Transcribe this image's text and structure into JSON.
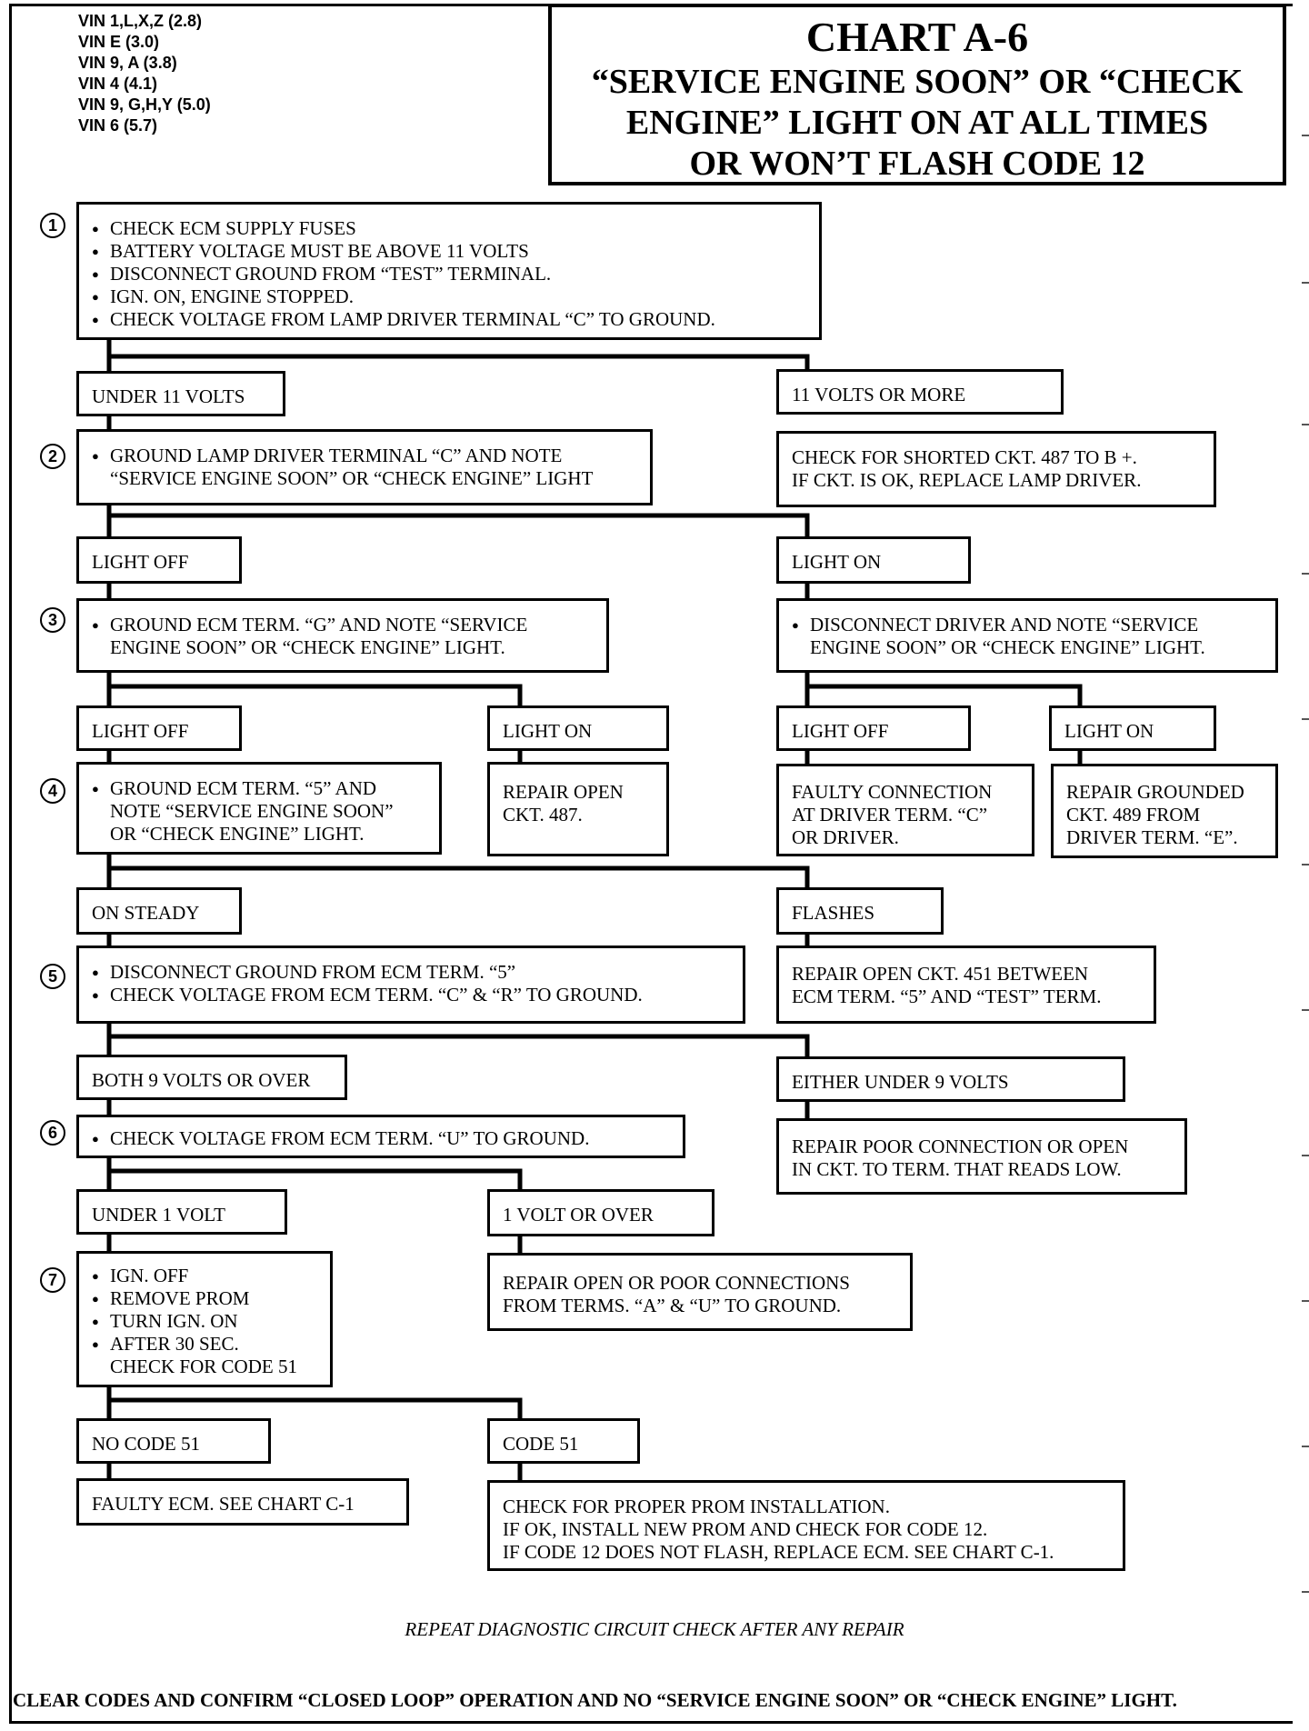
{
  "vin_list": [
    "VIN 1,L,X,Z (2.8)",
    "VIN E (3.0)",
    "VIN 9, A (3.8)",
    "VIN 4 (4.1)",
    "VIN 9, G,H,Y (5.0)",
    "VIN 6 (5.7)"
  ],
  "title": {
    "chart": "CHART A-6",
    "line1": "“SERVICE ENGINE SOON” OR “CHECK",
    "line2": "ENGINE” LIGHT ON AT ALL TIMES",
    "line3": "OR WON’T FLASH CODE 12"
  },
  "steps": [
    "1",
    "2",
    "3",
    "4",
    "5",
    "6",
    "7"
  ],
  "boxes": {
    "step1": {
      "items": [
        "CHECK ECM SUPPLY FUSES",
        "BATTERY VOLTAGE MUST BE ABOVE 11 VOLTS",
        "DISCONNECT GROUND FROM “TEST” TERMINAL.",
        "IGN. ON, ENGINE STOPPED.",
        "CHECK VOLTAGE FROM LAMP DRIVER TERMINAL “C” TO GROUND."
      ]
    },
    "under11": "UNDER 11 VOLTS",
    "over11": "11 VOLTS OR MORE",
    "step2": {
      "line1": "GROUND LAMP DRIVER TERMINAL “C” AND NOTE",
      "line2": "“SERVICE ENGINE SOON” OR “CHECK ENGINE” LIGHT"
    },
    "shorted487": {
      "line1": "CHECK FOR SHORTED CKT. 487 TO B +.",
      "line2": "IF CKT. IS OK, REPLACE LAMP DRIVER."
    },
    "light_off_a": "LIGHT OFF",
    "light_on_a": "LIGHT ON",
    "step3": {
      "line1": "GROUND ECM TERM. “G” AND NOTE “SERVICE",
      "line2": "ENGINE SOON” OR “CHECK ENGINE” LIGHT."
    },
    "disconnect_driver": {
      "line1": "DISCONNECT DRIVER AND NOTE “SERVICE",
      "line2": "ENGINE SOON” OR “CHECK ENGINE” LIGHT."
    },
    "light_off_b": "LIGHT OFF",
    "light_on_b": "LIGHT ON",
    "light_off_c": "LIGHT OFF",
    "light_on_c": "LIGHT ON",
    "step4": {
      "line1": "GROUND ECM TERM. “5” AND",
      "line2": "NOTE “SERVICE ENGINE SOON”",
      "line3": "OR “CHECK ENGINE” LIGHT."
    },
    "repair_open_487": {
      "line1": "REPAIR OPEN",
      "line2": "CKT. 487."
    },
    "faulty_connection": {
      "line1": "FAULTY CONNECTION",
      "line2": "AT DRIVER TERM. “C”",
      "line3": "OR DRIVER."
    },
    "repair_grounded_489": {
      "line1": "REPAIR GROUNDED",
      "line2": "CKT. 489 FROM",
      "line3": "DRIVER TERM. “E”."
    },
    "on_steady": "ON STEADY",
    "flashes": "FLASHES",
    "step5": {
      "item1": "DISCONNECT GROUND FROM ECM TERM. “5”",
      "item2": "CHECK VOLTAGE FROM ECM TERM. “C” & “R” TO GROUND."
    },
    "repair_open_451": {
      "line1": "REPAIR OPEN CKT. 451 BETWEEN",
      "line2": "ECM TERM. “5” AND “TEST” TERM."
    },
    "both9": "BOTH 9 VOLTS OR OVER",
    "either9": "EITHER UNDER 9 VOLTS",
    "step6": "CHECK VOLTAGE FROM ECM TERM. “U” TO GROUND.",
    "repair_poor": {
      "line1": "REPAIR POOR CONNECTION OR OPEN",
      "line2": "IN CKT. TO TERM. THAT READS LOW."
    },
    "under1": "UNDER 1 VOLT",
    "over1": "1 VOLT OR OVER",
    "step7": {
      "item1": "IGN. OFF",
      "item2": "REMOVE PROM",
      "item3": "TURN IGN. ON",
      "item4": "AFTER 30 SEC.",
      "item4b": "CHECK FOR CODE 51"
    },
    "repair_terms_au": {
      "line1": "REPAIR OPEN OR POOR CONNECTIONS",
      "line2": "FROM TERMS. “A” & “U” TO GROUND."
    },
    "no_code51": "NO CODE 51",
    "code51": "CODE 51",
    "faulty_ecm": "FAULTY ECM. SEE CHART C-1",
    "prom_check": {
      "line1": "CHECK FOR PROPER PROM INSTALLATION.",
      "line2": "IF OK, INSTALL NEW PROM AND CHECK FOR CODE 12.",
      "line3": "IF CODE 12 DOES NOT FLASH, REPLACE ECM. SEE CHART C-1."
    }
  },
  "footer": {
    "repeat": "REPEAT DIAGNOSTIC CIRCUIT CHECK AFTER ANY REPAIR",
    "clear": "CLEAR CODES AND CONFIRM “CLOSED LOOP” OPERATION AND NO “SERVICE ENGINE SOON” OR “CHECK ENGINE” LIGHT."
  }
}
